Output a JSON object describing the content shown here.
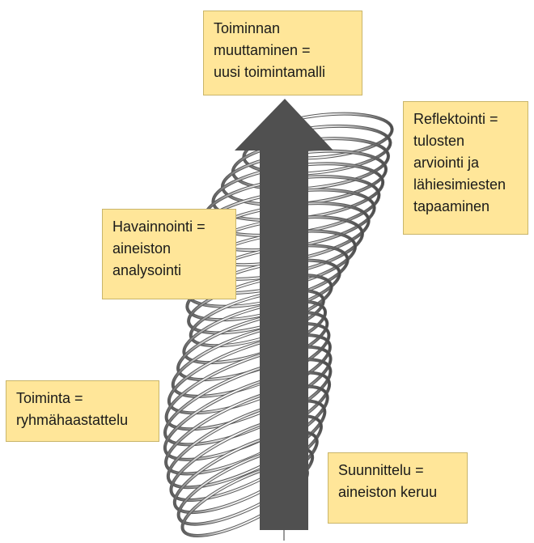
{
  "diagram": {
    "colors": {
      "label_fill": "#ffe699",
      "label_border": "#c9b56a",
      "arrow": "#505050",
      "spring_metal": "#9a9a9a"
    },
    "icons": {
      "arrow": "up-arrow-icon",
      "spring": "metal-coil-spring-illustration"
    },
    "labels": {
      "top": "Toiminnan\nmuuttaminen =\nuusi toimintamalli",
      "right": "Reflektointi =\ntulosten\narviointi ja\nlähiesimiesten\ntapaaminen",
      "left": "Havainnointi =\naineiston\nanalysointi",
      "bottom_left": "Toiminta =\nryhmähaastattelu",
      "bottom_right": "Suunnittelu =\naineiston keruu"
    }
  }
}
